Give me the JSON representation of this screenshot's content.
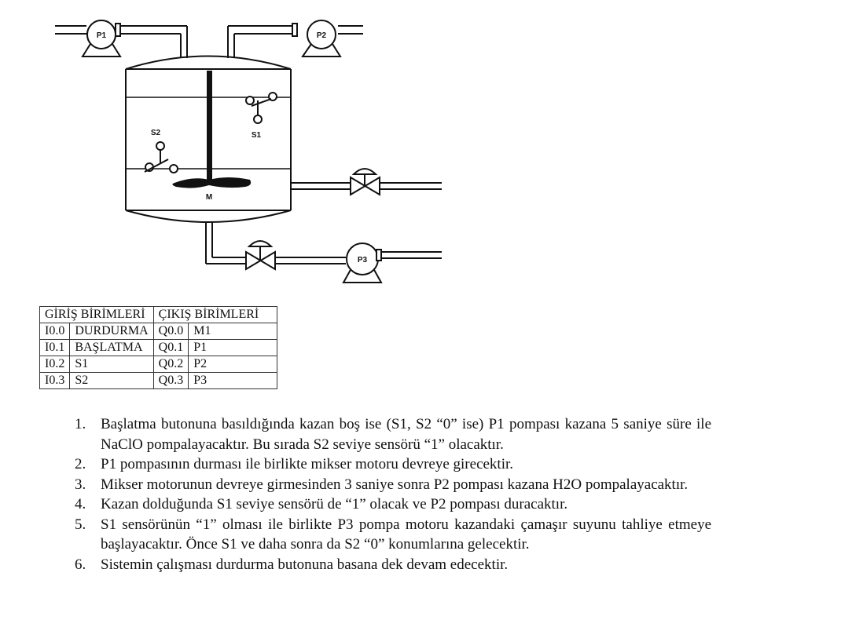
{
  "diagram": {
    "pumps": [
      {
        "label": "P1"
      },
      {
        "label": "P2"
      },
      {
        "label": "P3"
      }
    ],
    "sensors": [
      {
        "label": "S1"
      },
      {
        "label": "S2"
      }
    ],
    "mixer_label": "M"
  },
  "io_table": {
    "headers": {
      "inputs": "GİRİŞ BİRİMLERİ",
      "outputs": "ÇIKIŞ BİRİMLERİ"
    },
    "rows": [
      {
        "in_addr": "I0.0",
        "in_name": "DURDURMA",
        "out_addr": "Q0.0",
        "out_name": "M1"
      },
      {
        "in_addr": "I0.1",
        "in_name": "BAŞLATMA",
        "out_addr": "Q0.1",
        "out_name": "P1"
      },
      {
        "in_addr": "I0.2",
        "in_name": "S1",
        "out_addr": "Q0.2",
        "out_name": "P2"
      },
      {
        "in_addr": "I0.3",
        "in_name": "S2",
        "out_addr": "Q0.3",
        "out_name": "P3"
      }
    ]
  },
  "instructions": [
    {
      "num": "1.",
      "text": "Başlatma butonuna basıldığında kazan boş ise (S1, S2 “0” ise) P1 pompası kazana 5 saniye süre ile NaClO pompalayacaktır. Bu sırada S2 seviye sensörü “1” olacaktır."
    },
    {
      "num": "2.",
      "text": "P1 pompasının durması ile birlikte mikser motoru devreye girecektir."
    },
    {
      "num": "3.",
      "text": "Mikser motorunun devreye girmesinden 3 saniye sonra P2 pompası kazana H2O pompalayacaktır."
    },
    {
      "num": "4.",
      "text": "Kazan dolduğunda S1 seviye sensörü de “1” olacak ve P2 pompası duracaktır."
    },
    {
      "num": "5.",
      "text": "S1 sensörünün “1” olması ile birlikte P3 pompa motoru kazandaki çamaşır suyunu tahliye etmeye başlayacaktır. Önce S1 ve daha sonra da S2 “0” konumlarına gelecektir."
    },
    {
      "num": "6.",
      "text": "Sistemin çalışması durdurma butonuna basana dek devam edecektir."
    }
  ]
}
